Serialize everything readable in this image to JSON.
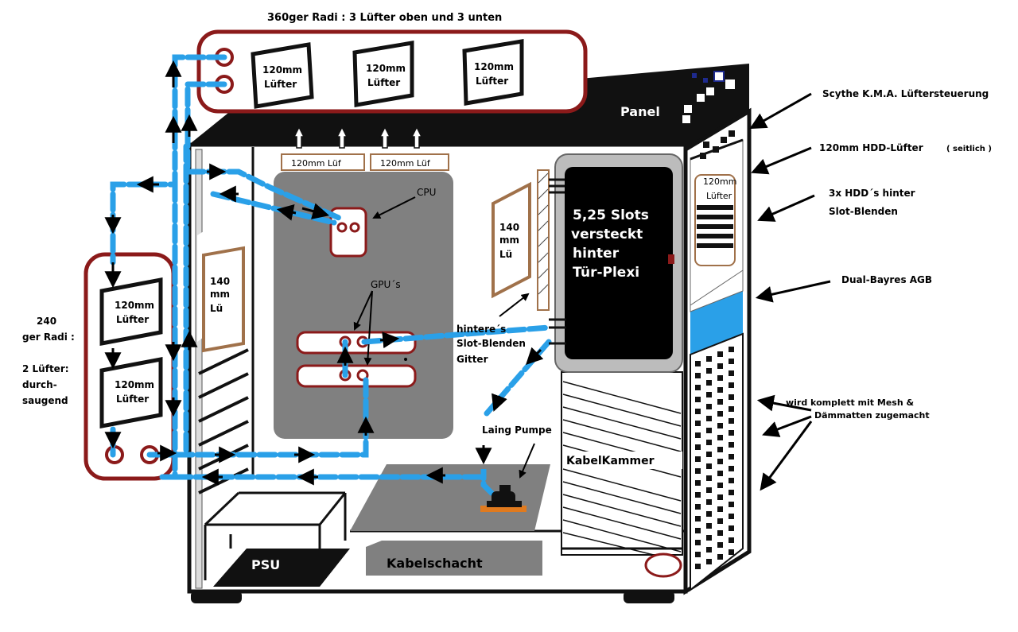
{
  "labels": {
    "top_radiator": "360ger Radi : 3 Lüfter oben und 3 unten",
    "fan_120": "120mm",
    "fan_suffix": "Lüfter",
    "panel": "Panel",
    "scythe": "Scythe K.M.A. Lüftersteuerung",
    "hdd_fan": "120mm HDD-Lüfter",
    "hdd_fan_note": "( seitlich )",
    "hdd_line1": "3x HDD´s hinter",
    "hdd_line2": "Slot-Blenden",
    "agb": "Dual-Bayres AGB",
    "mesh_line1": "wird komplett mit Mesh &",
    "mesh_line2": "Dämmatten zugemacht",
    "fan_luef": "120mm Lüf",
    "cpu": "CPU",
    "gpus": "GPU´s",
    "fan140_a": "140",
    "fan140_b": "mm",
    "fan140_c": "Lü",
    "slots_line1": "5,25 Slots",
    "slots_line2": "versteckt",
    "slots_line3": "hinter",
    "slots_line4": "Tür-Plexi",
    "rear_line1": "hintere´s",
    "rear_line2": "Slot-Blenden",
    "rear_line3": "Gitter",
    "pump": "Laing Pumpe",
    "cable_chamber": "KabelKammer",
    "psu": "PSU",
    "cable_duct": "Kabelschacht",
    "side_rad_line1": "240",
    "side_rad_line2": "ger Radi :",
    "side_rad_line3": "2 Lüfter:",
    "side_rad_line4": "durch-",
    "side_rad_line5": "saugend",
    "hdd_fan_inner_a": "120mm",
    "hdd_fan_inner_b": "Lüfter"
  },
  "colors": {
    "tube": "#2aa0e8",
    "radiator": "#8b1a1a",
    "fan_frame": "#a0714a",
    "board": "#808080",
    "black": "#000000"
  }
}
